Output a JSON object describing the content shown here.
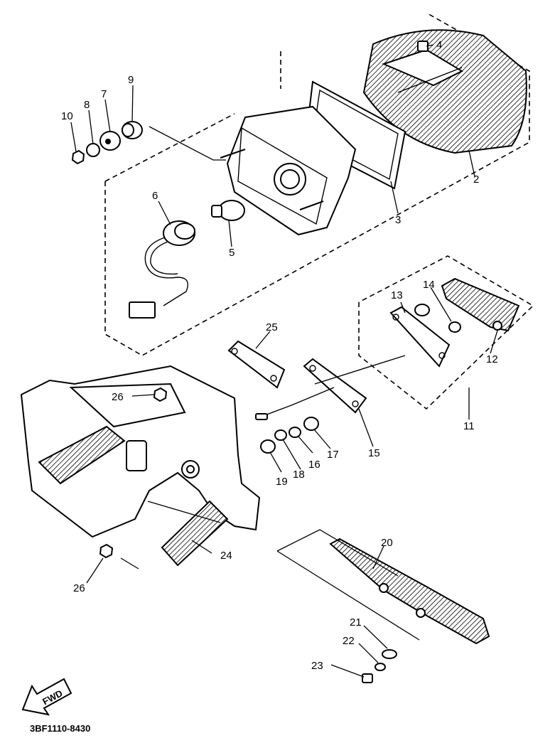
{
  "diagram": {
    "code": "3BF1110-8430",
    "fwd_label": "FWD",
    "labels": {
      "p2": "2",
      "p3": "3",
      "p4": "4",
      "p5": "5",
      "p6": "6",
      "p7": "7",
      "p8": "8",
      "p9": "9",
      "p10": "10",
      "p11": "11",
      "p12": "12",
      "p13": "13",
      "p14": "14",
      "p15": "15",
      "p16": "16",
      "p17": "17",
      "p18": "18",
      "p19": "19",
      "p20": "20",
      "p21": "21",
      "p22": "22",
      "p23": "23",
      "p24": "24",
      "p25": "25",
      "p26a": "26",
      "p26b": "26"
    }
  }
}
